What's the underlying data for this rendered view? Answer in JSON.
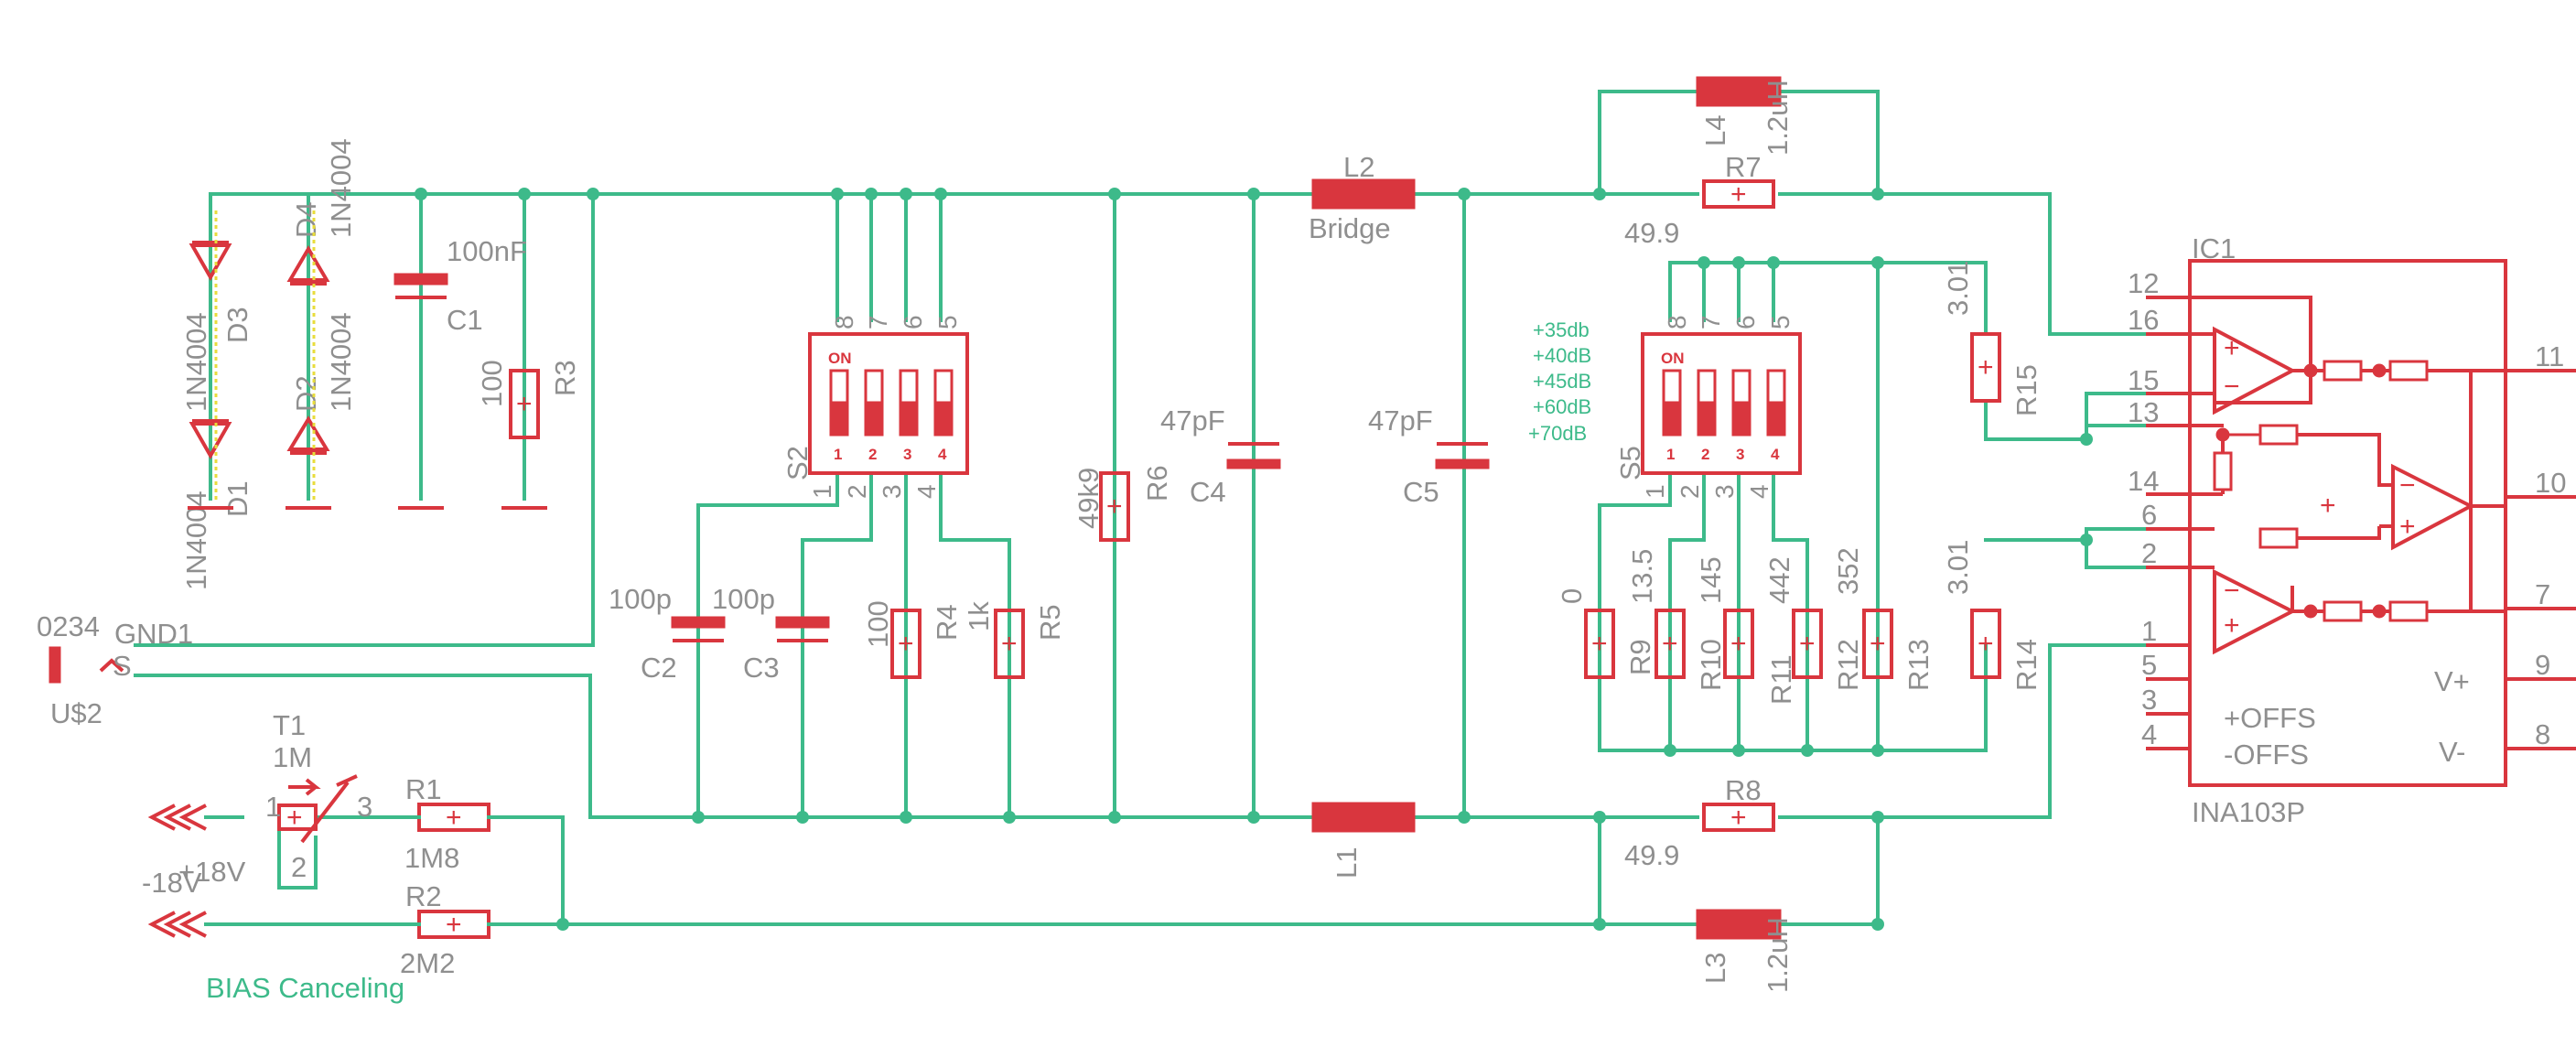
{
  "components": {
    "D1": {
      "name": "D1",
      "value": "1N4004"
    },
    "D2": {
      "name": "D2",
      "value": "1N4004"
    },
    "D3": {
      "name": "D3",
      "value": "1N4004"
    },
    "D4": {
      "name": "D4",
      "value": "1N4004"
    },
    "C1": {
      "name": "C1",
      "value": "100nF"
    },
    "R3": {
      "name": "R3",
      "value": "100"
    },
    "S2": {
      "name": "S2",
      "on": "ON",
      "pins_top": [
        "8",
        "7",
        "6",
        "5"
      ],
      "pins_bottom": [
        "1",
        "2",
        "3",
        "4"
      ],
      "sw_nums": [
        "1",
        "2",
        "3",
        "4"
      ]
    },
    "C2": {
      "name": "C2",
      "value": "100p"
    },
    "C3": {
      "name": "C3",
      "value": "100p"
    },
    "R4": {
      "name": "R4",
      "value": "100"
    },
    "R5": {
      "name": "R5",
      "value": "1k"
    },
    "R6": {
      "name": "R6",
      "value": "49k9"
    },
    "C4": {
      "name": "C4",
      "value": "47pF"
    },
    "C5": {
      "name": "C5",
      "value": "47pF"
    },
    "L2": {
      "name": "L2",
      "value": "Bridge"
    },
    "L1": {
      "name": "L1"
    },
    "L4": {
      "name": "L4",
      "value": "1.2uH"
    },
    "L3": {
      "name": "L3",
      "value": "1.2uH"
    },
    "R7": {
      "name": "R7",
      "value": "49.9"
    },
    "R8": {
      "name": "R8",
      "value": "49.9"
    },
    "S5": {
      "name": "S5",
      "on": "ON",
      "pins_top": [
        "8",
        "7",
        "6",
        "5"
      ],
      "pins_bottom": [
        "1",
        "2",
        "3",
        "4"
      ],
      "sw_nums": [
        "1",
        "2",
        "3",
        "4"
      ]
    },
    "R9": {
      "name": "R9",
      "value": "0"
    },
    "R10": {
      "name": "R10",
      "value": "13.5"
    },
    "R11": {
      "name": "R11",
      "value": "145"
    },
    "R12": {
      "name": "R12",
      "value": "442"
    },
    "R13": {
      "name": "R13",
      "value": "352"
    },
    "R14": {
      "name": "R14",
      "value": "3.01"
    },
    "R15": {
      "name": "R15",
      "value": "3.01"
    },
    "IC1": {
      "name": "IC1",
      "value": "INA103P",
      "offs_pos": "+OFFS",
      "offs_neg": "-OFFS",
      "vpos": "V+",
      "vneg": "V-",
      "plus": "+"
    },
    "GND1": {
      "name": "GND1",
      "value": "0234"
    },
    "U$2": {
      "name": "U$2",
      "pin": "S"
    },
    "T1": {
      "name": "T1",
      "value": "1M",
      "pin1": "1",
      "pin2": "2",
      "pin3": "3"
    },
    "R1": {
      "name": "R1",
      "value": "1M8"
    },
    "R2": {
      "name": "R2",
      "value": "2M2"
    }
  },
  "gain_settings": [
    "+35db",
    "+40dB",
    "+45dB",
    "+60dB",
    "+70dB"
  ],
  "nets": {
    "pos_supply": "+18V",
    "neg_supply": "-18V",
    "bias_label": "BIAS Canceling"
  },
  "ic_pins": {
    "left": [
      "12",
      "16",
      "15",
      "13",
      "14",
      "6",
      "2",
      "1",
      "5",
      "3",
      "4"
    ],
    "right": [
      "11",
      "10",
      "7",
      "9",
      "8"
    ]
  },
  "colors": {
    "wire": "#3dba8a",
    "part": "#d9363e",
    "text": "#8f8f8f"
  }
}
